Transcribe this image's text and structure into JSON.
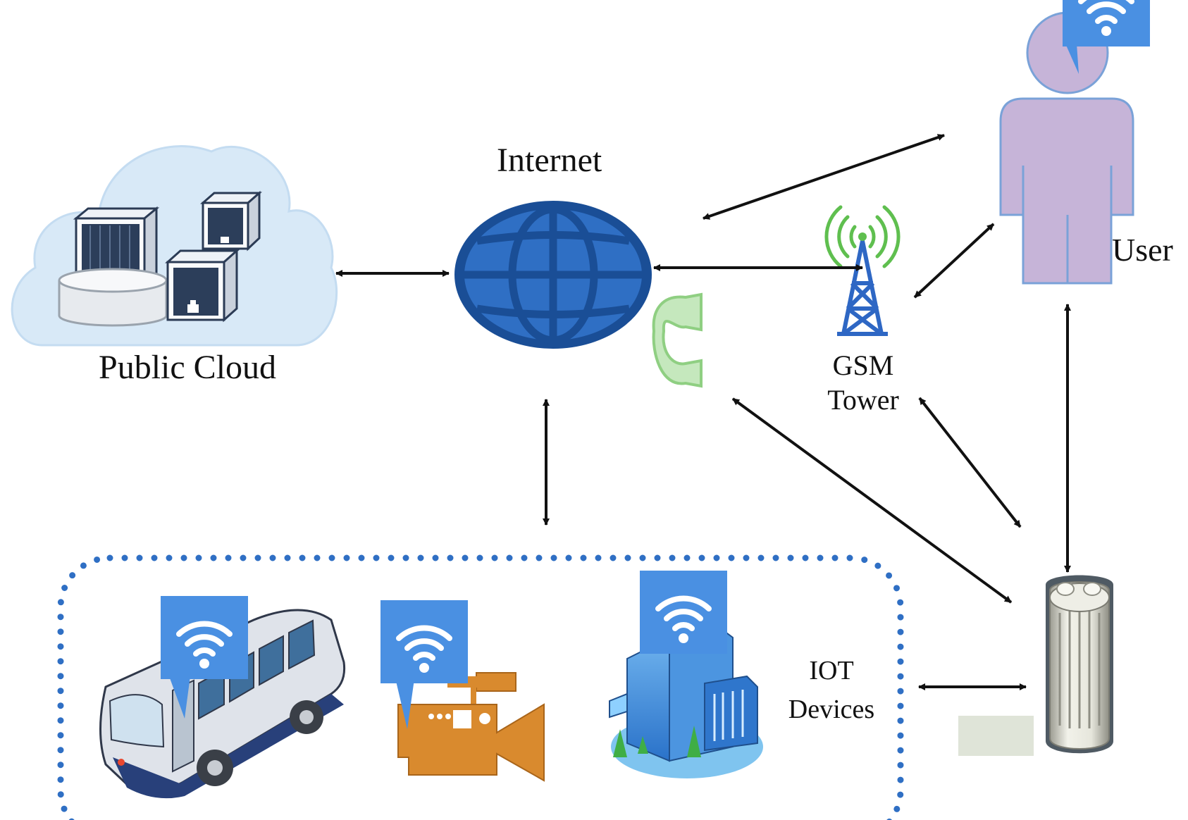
{
  "nodes": {
    "public_cloud": {
      "label": "Public Cloud"
    },
    "internet": {
      "label": "Internet"
    },
    "gsm_tower": {
      "line1": "GSM",
      "line2": "Tower"
    },
    "user": {
      "label": "User"
    },
    "iot_devices": {
      "line1": "IOT",
      "line2": "Devices"
    }
  },
  "icons": [
    "cloud-servers-icon",
    "globe-icon",
    "telephone-icon",
    "gsm-tower-icon",
    "user-icon",
    "wifi-icon",
    "bus-icon",
    "video-camera-icon",
    "building-icon",
    "gateway-device-icon"
  ],
  "colors": {
    "cloud": "#d8e9f7",
    "globe": "#2f6fc4",
    "globe_dark": "#1a4e96",
    "wifi_badge": "#4a90e2",
    "user": "#c6b4d8",
    "phone": "#a9d8a0",
    "tower": "#2e67c4",
    "signal": "#5fbf4f",
    "camera": "#d98a2e",
    "dotted_border": "#2f6fc4",
    "arrow": "#111111"
  }
}
